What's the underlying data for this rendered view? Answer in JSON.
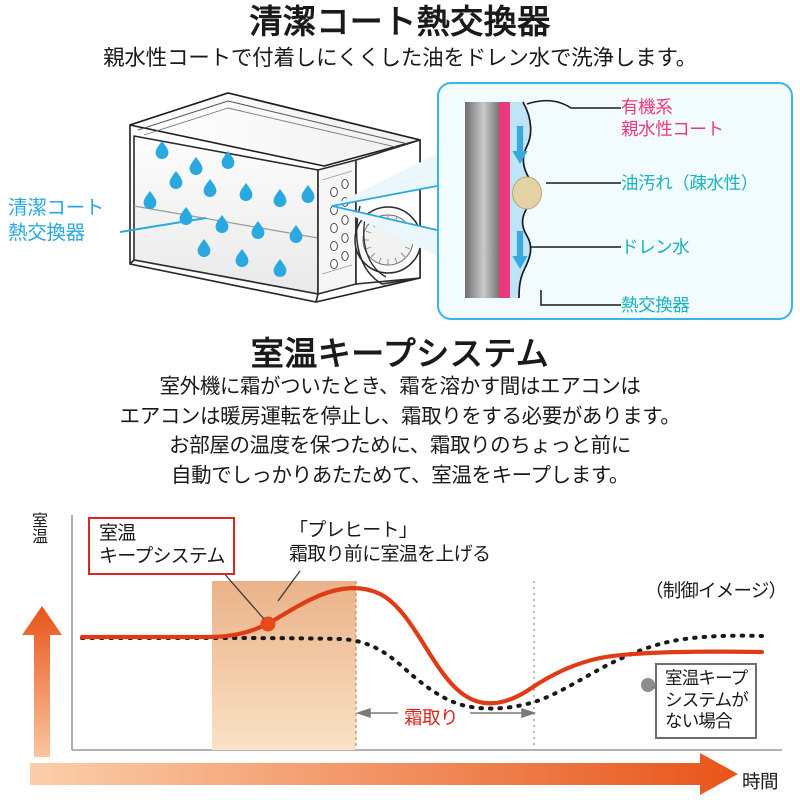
{
  "coat_section": {
    "title": "清潔コート熱交換器",
    "subtitle": "親水性コートで付着しにくくした油をドレン水で洗浄します。",
    "illustration_label": "清潔コート\n熱交換器",
    "illustration_icon": "indoor-ac-unit-with-water-droplets",
    "panel": {
      "labels": {
        "coating": "有機系\n親水性コート",
        "oil": "油汚れ（疎水性）",
        "drain_water": "ドレン水",
        "heat_exchanger": "熱交換器"
      },
      "colors": {
        "coating_layer": "#ea3a7d",
        "heat_exchanger_layer": "#808080",
        "water_layer": "#bfe4f8",
        "oil_droplet": "#e3d3a4",
        "arrow": "#39a9dd",
        "panel_border": "#3ab3e8",
        "panel_background": "#f2fbfe",
        "pink_text": "#ea3a7d",
        "cyan_text": "#17b3bf"
      }
    }
  },
  "keep_section": {
    "title": "室温キープシステム",
    "body_lines": [
      "室外機に霜がついたとき、霜を溶かす間はエアコンは",
      "エアコンは暖房運転を停止し、霜取りをする必要があります。",
      "お部屋の温度を保つために、霜取りのちょっと前に",
      "自動でしっかりあたためて、室温をキープします。"
    ]
  },
  "chart_data": {
    "type": "line",
    "title": "室温キープシステム 制御イメージ",
    "xlabel": "時間",
    "ylabel": "室温",
    "grid": false,
    "legend": "annotations",
    "xlim": [
      0,
      100
    ],
    "ylim": [
      0,
      100
    ],
    "annotations": {
      "callout_keep": "室温\nキープシステム",
      "preheat": "「プレヒート」\n霜取り前に室温を上げる",
      "control_image": "（制御イメージ）",
      "defrost": "霜取り",
      "no_keep_system": "室温キープ\nシステムが\nない場合"
    },
    "shaded_region": {
      "label": "プレヒート",
      "x_start": 22,
      "x_end": 48,
      "color_top": "#eeb98a",
      "color_bottom": "#faddbc"
    },
    "defrost_span": {
      "x_start": 48,
      "x_end": 72
    },
    "marker_preheat": {
      "x": 33,
      "y": 62,
      "color": "#e8491b"
    },
    "marker_nokeep": {
      "x": 79,
      "y": 36,
      "color": "#8c8c8c"
    },
    "series": [
      {
        "name": "室温キープシステムあり",
        "style": "solid",
        "color": "#e03a16",
        "x": [
          5,
          12,
          19,
          24,
          29,
          33,
          38,
          43,
          48,
          52,
          57,
          62,
          66,
          70,
          74,
          79,
          84,
          89,
          94,
          98
        ],
        "y": [
          58,
          58,
          58,
          59,
          61,
          62,
          68,
          75,
          79,
          79,
          72,
          62,
          52,
          46,
          45,
          49,
          55,
          57,
          58,
          58
        ]
      },
      {
        "name": "室温キープシステムなし",
        "style": "dotted",
        "color": "#1a1a1a",
        "x": [
          5,
          12,
          19,
          24,
          29,
          33,
          38,
          43,
          48,
          52,
          57,
          62,
          66,
          70,
          74,
          79,
          84,
          89,
          94,
          98
        ],
        "y": [
          57,
          57,
          57,
          57,
          57,
          57,
          57,
          57,
          56,
          52,
          44,
          37,
          31,
          29,
          31,
          36,
          45,
          53,
          57,
          58
        ]
      }
    ],
    "axis_arrow_colors": {
      "y_arrow": "#e8601b",
      "x_arrow": "#e8601b"
    }
  }
}
